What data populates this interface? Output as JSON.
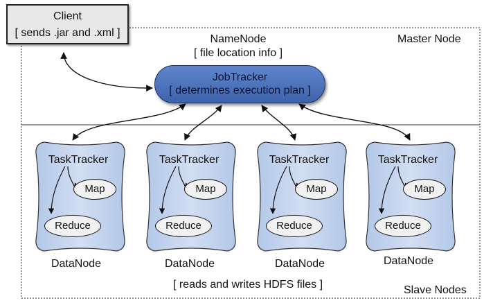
{
  "client": {
    "title": "Client",
    "subtitle": "[ sends .jar and .xml ]"
  },
  "master": {
    "region_label": "Master Node",
    "namenode_title": "NameNode",
    "namenode_subtitle": "[ file location info ]",
    "jobtracker_title": "JobTracker",
    "jobtracker_subtitle": "[ determines execution plan ]"
  },
  "slaves": {
    "region_label": "Slave Nodes",
    "hdfs_note": "[ reads and writes HDFS files ]",
    "nodes": [
      {
        "tasktracker": "TaskTracker",
        "map": "Map",
        "reduce": "Reduce",
        "datanode": "DataNode"
      },
      {
        "tasktracker": "TaskTracker",
        "map": "Map",
        "reduce": "Reduce",
        "datanode": "DataNode"
      },
      {
        "tasktracker": "TaskTracker",
        "map": "Map",
        "reduce": "Reduce",
        "datanode": "DataNode"
      },
      {
        "tasktracker": "TaskTracker",
        "map": "Map",
        "reduce": "Reduce",
        "datanode": "DataNode"
      }
    ]
  },
  "colors": {
    "jobtracker_fill": "#4a70b8",
    "slave_node_fill": "#c3d4ee",
    "client_fill": "#e8e8e8",
    "task_oval_fill": "#f1f1f1"
  }
}
